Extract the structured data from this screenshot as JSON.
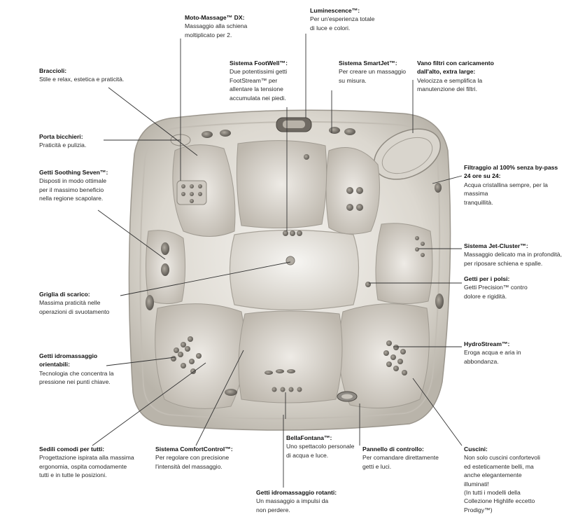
{
  "callouts": [
    {
      "id": "moto-massage",
      "title": "Moto-Massage™ DX:",
      "desc": "Massaggio alla schiena\nmoltiplicato per 2."
    },
    {
      "id": "luminescence",
      "title": "Luminescence™:",
      "desc": "Per un'esperienza totale\ndi luce e colori."
    },
    {
      "id": "braccioli",
      "title": "Braccioli:",
      "desc": "Stile e relax, estetica e praticità."
    },
    {
      "id": "footwell",
      "title": "Sistema FootWell™:",
      "desc": "Due potentissimi getti\nFootStream™ per\nallentare la tensione\naccumulata nei piedi."
    },
    {
      "id": "smartjet",
      "title": "Sistema SmartJet™:",
      "desc": "Per creare un massaggio\nsu misura."
    },
    {
      "id": "vano-filtri",
      "title": "Vano filtri con caricamento\ndall'alto, extra large:",
      "desc": "Velocizza e semplifica la\nmanutenzione dei filtri."
    },
    {
      "id": "porta-bicchieri",
      "title": "Porta bicchieri:",
      "desc": "Praticità e pulizia."
    },
    {
      "id": "soothing-seven",
      "title": "Getti Soothing Seven™:",
      "desc": "Disposti in modo ottimale\nper il massimo beneficio\nnella regione scapolare."
    },
    {
      "id": "filtraggio",
      "title": "Filtraggio al 100% senza by-pass\n24 ore su 24:",
      "desc": "Acqua cristallina sempre, per la massima\ntranquillità."
    },
    {
      "id": "jet-cluster",
      "title": "Sistema Jet-Cluster™:",
      "desc": "Massaggio delicato ma in profondità,\nper riposare schiena e spalle."
    },
    {
      "id": "griglia",
      "title": "Griglia di scarico:",
      "desc": "Massima praticità nelle\noperazioni di svuotamento"
    },
    {
      "id": "getti-polsi",
      "title": "Getti per i polsi:",
      "desc": "Getti Precision™ contro\ndolore e rigidità."
    },
    {
      "id": "hydrostream",
      "title": "HydroStream™:",
      "desc": "Eroga acqua e aria in\nabbondanza."
    },
    {
      "id": "getti-orientabili",
      "title": "Getti idromassaggio\norientabili:",
      "desc": "Tecnologia che concentra la\npressione nei punti chiave."
    },
    {
      "id": "sedili",
      "title": "Sedili comodi per tutti:",
      "desc": "Progettazione ispirata alla massima\nergonomia, ospita comodamente\ntutti e in tutte le posizioni."
    },
    {
      "id": "comfortcontrol",
      "title": "Sistema ComfortControl™:",
      "desc": "Per regolare con precisione\nl'intensità del massaggio."
    },
    {
      "id": "bellafontana",
      "title": "BellaFontana™:",
      "desc": "Uno spettacolo personale\ndi acqua e luce."
    },
    {
      "id": "pannello",
      "title": "Pannello di controllo:",
      "desc": "Per comandare direttamente\ngetti e luci."
    },
    {
      "id": "cuscini",
      "title": "Cuscini:",
      "desc": "Non solo cuscini confortevoli\ned esteticamente belli, ma\nanche elegantemente\nilluminati!\n(In tutti i modelli della\nCollezione Highlife eccetto\nProdigy™)"
    },
    {
      "id": "getti-rotanti",
      "title": "Getti idromassaggio rotanti:",
      "desc": "Un massaggio a impulsi da\nnon perdere."
    }
  ]
}
